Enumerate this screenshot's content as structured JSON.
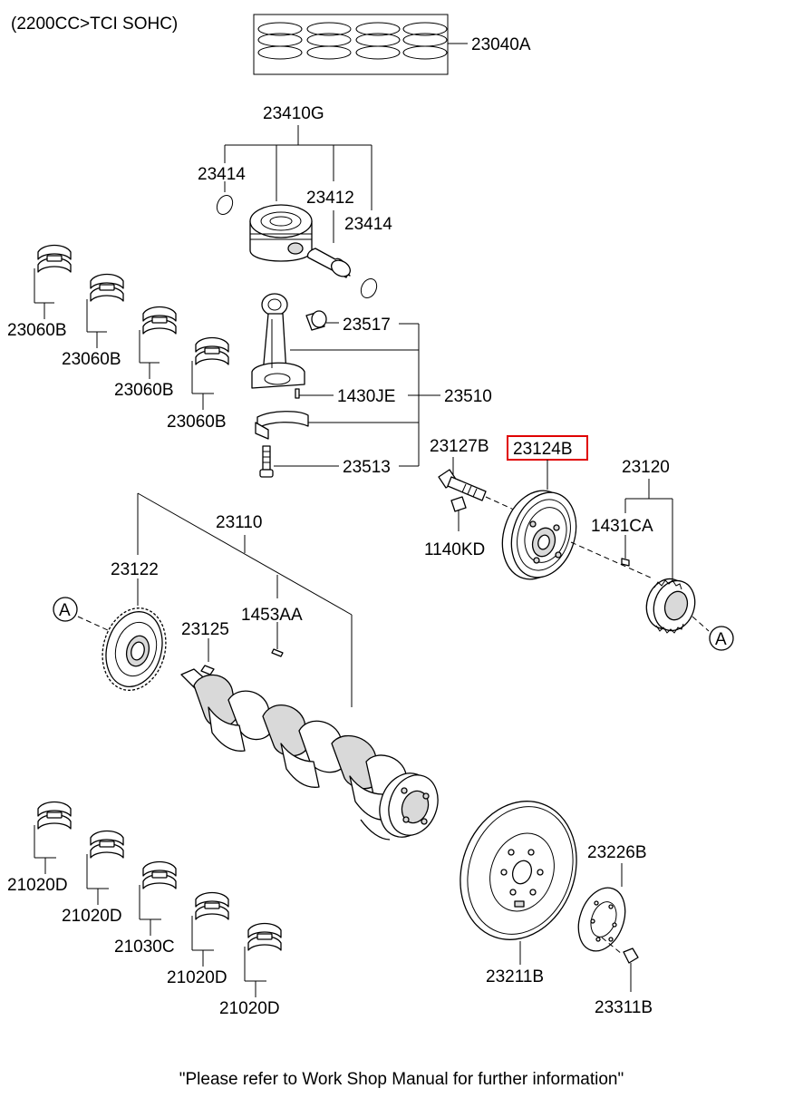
{
  "header": {
    "engine_spec": "(2200CC>TCI SOHC)"
  },
  "parts": {
    "piston_ring_set": "23040A",
    "piston_assy": "23410G",
    "snap_ring_left": "23414",
    "piston_pin": "23412",
    "snap_ring_right": "23414",
    "conrod_bushing": "23517",
    "conrod_bearing_1": "23060B",
    "conrod_bearing_2": "23060B",
    "conrod_bearing_3": "23060B",
    "conrod_bearing_4": "23060B",
    "conrod_pin": "1430JE",
    "conrod_assy": "23510",
    "conrod_bolt": "23513",
    "damper_bolt": "23127B",
    "damper_pulley": "23124B",
    "sprocket_assy": "23120",
    "key_sprocket": "1431CA",
    "bolt_flange": "1140KD",
    "crankshaft": "23110",
    "crank_gear": "23122",
    "crank_pin": "23125",
    "crank_key": "1453AA",
    "main_bearing_1": "21020D",
    "main_bearing_2": "21020D",
    "thrust_bearing": "21030C",
    "main_bearing_3": "21020D",
    "main_bearing_4": "21020D",
    "drive_plate": "23211B",
    "adapter_plate": "23226B",
    "drive_plate_bolt": "23311B"
  },
  "connectors": {
    "left": "A",
    "right": "A"
  },
  "highlight": {
    "part": "23124B",
    "color": "#e00000"
  },
  "footer": {
    "note": "\"Please refer to Work Shop Manual for further information\""
  }
}
